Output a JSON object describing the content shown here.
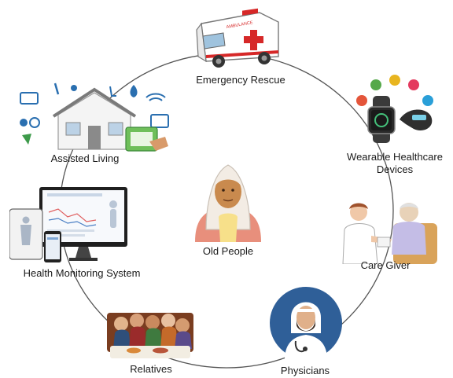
{
  "center": {
    "label": "Old People"
  },
  "nodes": {
    "emergency_rescue": {
      "label": "Emergency Rescue",
      "icon": "ambulance-icon"
    },
    "wearable": {
      "label_line1": "Wearable Healthcare",
      "label_line2": "Devices",
      "icon": "smartwatch-icon"
    },
    "care_giver": {
      "label": "Care Giver",
      "icon": "caregiver-icon"
    },
    "physicians": {
      "label": "Physicians",
      "icon": "physician-icon"
    },
    "relatives": {
      "label": "Relatives",
      "icon": "family-dinner-icon"
    },
    "health_monitoring": {
      "label": "Health Monitoring System",
      "icon": "monitor-devices-icon"
    },
    "assisted_living": {
      "label": "Assisted Living",
      "icon": "smart-house-icon"
    }
  },
  "ambulance_text": "AMBULANCE",
  "colors": {
    "ring": "#555555",
    "ambulance_red": "#d62828",
    "physician_blue": "#2f5f98",
    "headscarf": "#f3ece4",
    "face": "#c98a4e"
  }
}
